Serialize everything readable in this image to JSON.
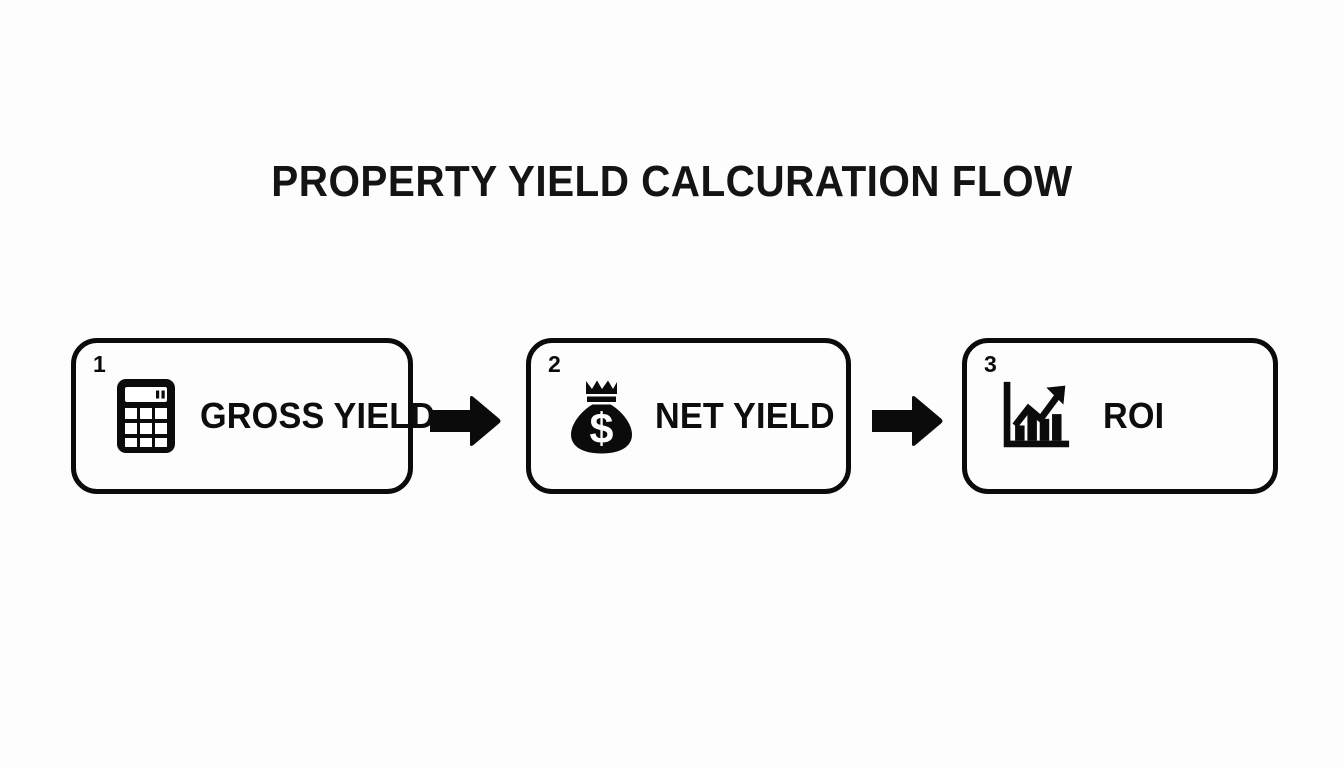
{
  "page": {
    "background_color": "#fdfdfd",
    "ink_color": "#0b0b0b",
    "title": "PROPERTY YIELD CALCURATION FLOW"
  },
  "flow": {
    "steps": [
      {
        "number": "1",
        "label": "GROSS YIELD",
        "icon": "calculator-icon"
      },
      {
        "number": "2",
        "label": "NET YIELD",
        "icon": "money-bag-icon"
      },
      {
        "number": "3",
        "label": "ROI",
        "icon": "bar-chart-growth-icon"
      }
    ],
    "connectors": [
      {
        "icon": "arrow-right-icon",
        "from": "1",
        "to": "2"
      },
      {
        "icon": "arrow-right-icon",
        "from": "2",
        "to": "3"
      }
    ]
  },
  "chart_data": {
    "type": "diagram",
    "title": "PROPERTY YIELD CALCURATION FLOW",
    "nodes": [
      "GROSS YIELD",
      "NET YIELD",
      "ROI"
    ],
    "edges": [
      {
        "from": "GROSS YIELD",
        "to": "NET YIELD"
      },
      {
        "from": "NET YIELD",
        "to": "ROI"
      }
    ],
    "orientation": "horizontal",
    "legend": []
  }
}
